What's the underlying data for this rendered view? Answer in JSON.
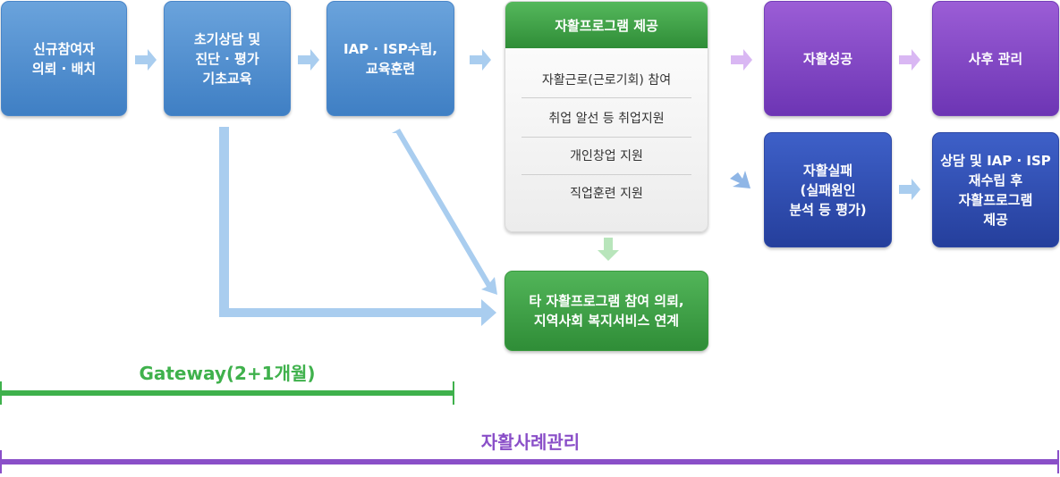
{
  "steps": {
    "new_participant": "신규참여자\n의뢰 · 배치",
    "initial_counsel": "초기상담 및\n진단 · 평가\n기초교육",
    "iap_isp": "IAP · ISP수립,\n교육훈련"
  },
  "program": {
    "title": "자활프로그램 제공",
    "items": [
      "자활근로(근로기회) 참여",
      "취업 알선 등 취업지원",
      "개인창업 지원",
      "직업훈련 지원"
    ]
  },
  "other_program": "타 자활프로그램 참여 의뢰,\n지역사회 복지서비스 연계",
  "outcomes": {
    "success": "자활성공",
    "aftercare": "사후 관리",
    "failure": "자활실패\n(실패원인\n분석 등 평가)",
    "retry": "상담 및 IAP · ISP\n재수립 후\n자활프로그램\n제공"
  },
  "timeline": {
    "gateway_label": "Gateway(2+1개월)",
    "case_mgmt_label": "자활사례관리"
  },
  "colors": {
    "blue_box": "#4f8fd0",
    "purple_box": "#8347c4",
    "navy_box": "#2f4fb0",
    "green_box": "#3fa046",
    "gateway_line": "#3fb14c",
    "case_line": "#8a4fc8",
    "light_arrow_blue": "#a9cdef",
    "light_arrow_purple": "#d9b7f3",
    "light_arrow_green": "#b8e5bb"
  }
}
